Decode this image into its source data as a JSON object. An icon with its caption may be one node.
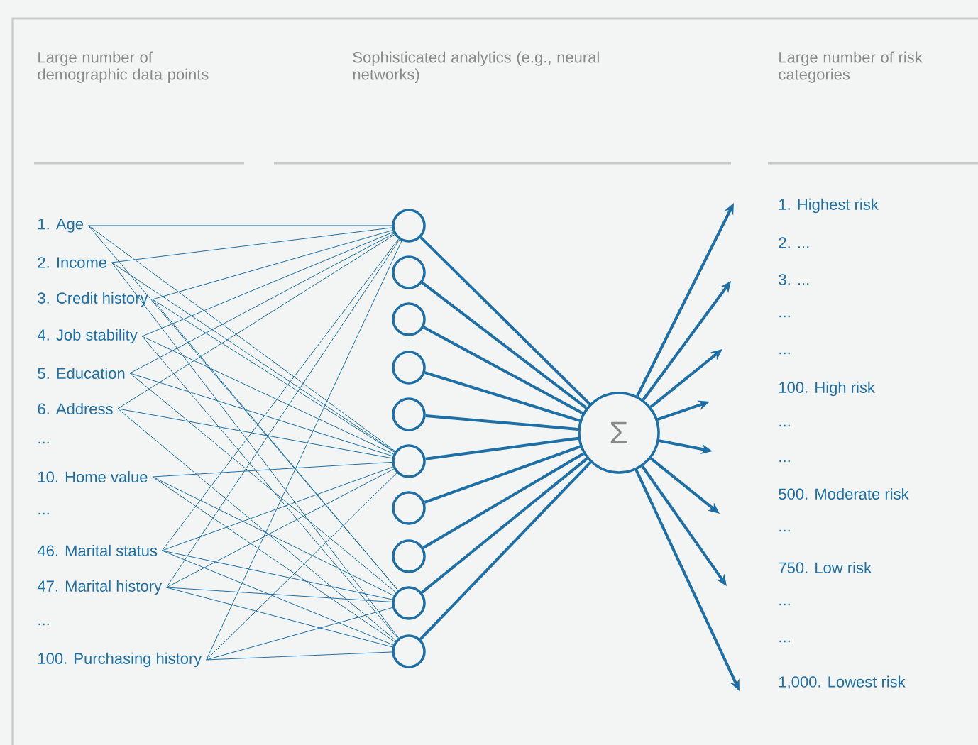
{
  "diagram": {
    "nodes": [
      {
        "text": [
          "1. Age"
        ]
      },
      {
        "text": [
          "2. Income"
        ]
      },
      {
        "text": [
          "3. Credit history"
        ]
      },
      {
        "text": [
          "4. Job stability"
        ]
      },
      {
        "text": [
          "5. Education"
        ]
      },
      {
        "text": [
          "6. Address"
        ]
      },
      {
        "text": [
          "10. Home value"
        ]
      },
      {
        "text": [
          "46. Marital status"
        ]
      },
      {
        "text": [
          "47. Marital history"
        ]
      },
      {
        "text": [
          "100. Purchasing history"
        ]
      },
      {
        "text": [],
        "shape": "circle"
      },
      {
        "text": [],
        "shape": "circle"
      },
      {
        "text": [],
        "shape": "circle"
      },
      {
        "text": [],
        "shape": "circle"
      },
      {
        "text": [],
        "shape": "circle"
      },
      {
        "text": [],
        "shape": "circle"
      },
      {
        "text": [],
        "shape": "circle"
      },
      {
        "text": [],
        "shape": "circle"
      },
      {
        "text": [],
        "shape": "circle"
      },
      {
        "text": [],
        "shape": "circle"
      },
      {
        "text": [
          "Σ"
        ]
      }
    ],
    "edges": [
      {
        "from": 0,
        "to": 10,
        "arrow": "none"
      },
      {
        "from": 0,
        "to": 15,
        "arrow": "none"
      },
      {
        "from": 0,
        "to": 18,
        "arrow": "none"
      },
      {
        "from": 1,
        "to": 10,
        "arrow": "none"
      },
      {
        "from": 1,
        "to": 15,
        "arrow": "none"
      },
      {
        "from": 1,
        "to": 19,
        "arrow": "none"
      },
      {
        "from": 2,
        "to": 10,
        "arrow": "none"
      },
      {
        "from": 2,
        "to": 15,
        "arrow": "none"
      },
      {
        "from": 2,
        "to": 18,
        "arrow": "none"
      },
      {
        "from": 3,
        "to": 10,
        "arrow": "none"
      },
      {
        "from": 3,
        "to": 15,
        "arrow": "none"
      },
      {
        "from": 3,
        "to": 19,
        "arrow": "none"
      },
      {
        "from": 4,
        "to": 10,
        "arrow": "none"
      },
      {
        "from": 4,
        "to": 15,
        "arrow": "none"
      },
      {
        "from": 4,
        "to": 18,
        "arrow": "none"
      },
      {
        "from": 5,
        "to": 10,
        "arrow": "none"
      },
      {
        "from": 5,
        "to": 15,
        "arrow": "none"
      },
      {
        "from": 5,
        "to": 19,
        "arrow": "none"
      },
      {
        "from": 6,
        "to": 15,
        "arrow": "none"
      },
      {
        "from": 6,
        "to": 18,
        "arrow": "none"
      },
      {
        "from": 6,
        "to": 19,
        "arrow": "none"
      },
      {
        "from": 7,
        "to": 10,
        "arrow": "none"
      },
      {
        "from": 7,
        "to": 15,
        "arrow": "none"
      },
      {
        "from": 7,
        "to": 18,
        "arrow": "none"
      },
      {
        "from": 7,
        "to": 19,
        "arrow": "none"
      },
      {
        "from": 8,
        "to": 10,
        "arrow": "none"
      },
      {
        "from": 8,
        "to": 15,
        "arrow": "none"
      },
      {
        "from": 8,
        "to": 18,
        "arrow": "none"
      },
      {
        "from": 8,
        "to": 19,
        "arrow": "none"
      },
      {
        "from": 9,
        "to": 10,
        "arrow": "none"
      },
      {
        "from": 9,
        "to": 15,
        "arrow": "none"
      },
      {
        "from": 9,
        "to": 18,
        "arrow": "none"
      },
      {
        "from": 9,
        "to": 19,
        "arrow": "none"
      },
      {
        "from": 10,
        "to": 20,
        "arrow": "none",
        "style": "thick"
      },
      {
        "from": 11,
        "to": 20,
        "arrow": "none",
        "style": "thick"
      },
      {
        "from": 12,
        "to": 20,
        "arrow": "none",
        "style": "thick"
      },
      {
        "from": 13,
        "to": 20,
        "arrow": "none",
        "style": "thick"
      },
      {
        "from": 14,
        "to": 20,
        "arrow": "none",
        "style": "thick"
      },
      {
        "from": 15,
        "to": 20,
        "arrow": "none",
        "style": "thick"
      },
      {
        "from": 16,
        "to": 20,
        "arrow": "none",
        "style": "thick"
      },
      {
        "from": 17,
        "to": 20,
        "arrow": "none",
        "style": "thick"
      },
      {
        "from": 18,
        "to": 20,
        "arrow": "none",
        "style": "thick"
      },
      {
        "from": 19,
        "to": 20,
        "arrow": "none",
        "style": "thick"
      },
      {
        "from": 20,
        "to": null,
        "arrow": "to",
        "style": "thick"
      },
      {
        "from": 20,
        "to": null,
        "arrow": "to",
        "style": "thick"
      },
      {
        "from": 20,
        "to": null,
        "arrow": "to",
        "style": "thick"
      },
      {
        "from": 20,
        "to": null,
        "arrow": "to",
        "style": "thick"
      },
      {
        "from": 20,
        "to": null,
        "arrow": "to",
        "style": "thick"
      },
      {
        "from": 20,
        "to": null,
        "arrow": "to",
        "style": "thick"
      },
      {
        "from": 20,
        "to": null,
        "arrow": "to",
        "style": "thick"
      },
      {
        "from": 20,
        "to": null,
        "arrow": "to",
        "style": "thick"
      }
    ],
    "labels": [
      "Large number of demographic data points",
      "Sophisticated analytics (e.g., neural networks)",
      "Large number of risk categories",
      "...",
      "...",
      "...",
      "1. Highest risk",
      "2. ...",
      "3. ...",
      "...",
      "...",
      "100. High risk",
      "...",
      "...",
      "500. Moderate risk",
      "...",
      "750. Low risk",
      "...",
      "...",
      "1,000. Lowest risk"
    ]
  }
}
